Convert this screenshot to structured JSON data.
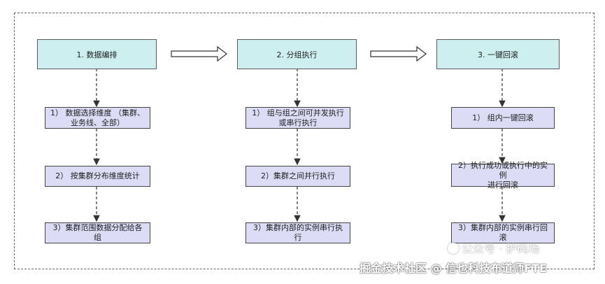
{
  "columns": [
    {
      "title": "1. 数据编排",
      "steps": [
        "1） 数据选择维度 （集群、\n业务线、全部）",
        "2） 按集群分布维度统计",
        "3）集群范围数据分配给各组"
      ]
    },
    {
      "title": "2. 分组执行",
      "steps": [
        "1） 组与组之间可并发执行\n或串行执行",
        "2）集群之间并行执行",
        "3）集群内部的实例串行执行"
      ]
    },
    {
      "title": "3. 一键回滚",
      "steps": [
        "1） 组内一键回滚",
        "2）执行成功或执行中的实例\n进行回滚",
        "3）集群内部的实例串行回滚"
      ]
    }
  ],
  "watermark": {
    "channel": "公众号 · 护码场",
    "text": "掘金技术社区 @ 信也科技布道师FTE"
  },
  "colors": {
    "phase_fill": "#cdeff0",
    "step_fill": "#dcdcf6",
    "border": "#444444"
  }
}
